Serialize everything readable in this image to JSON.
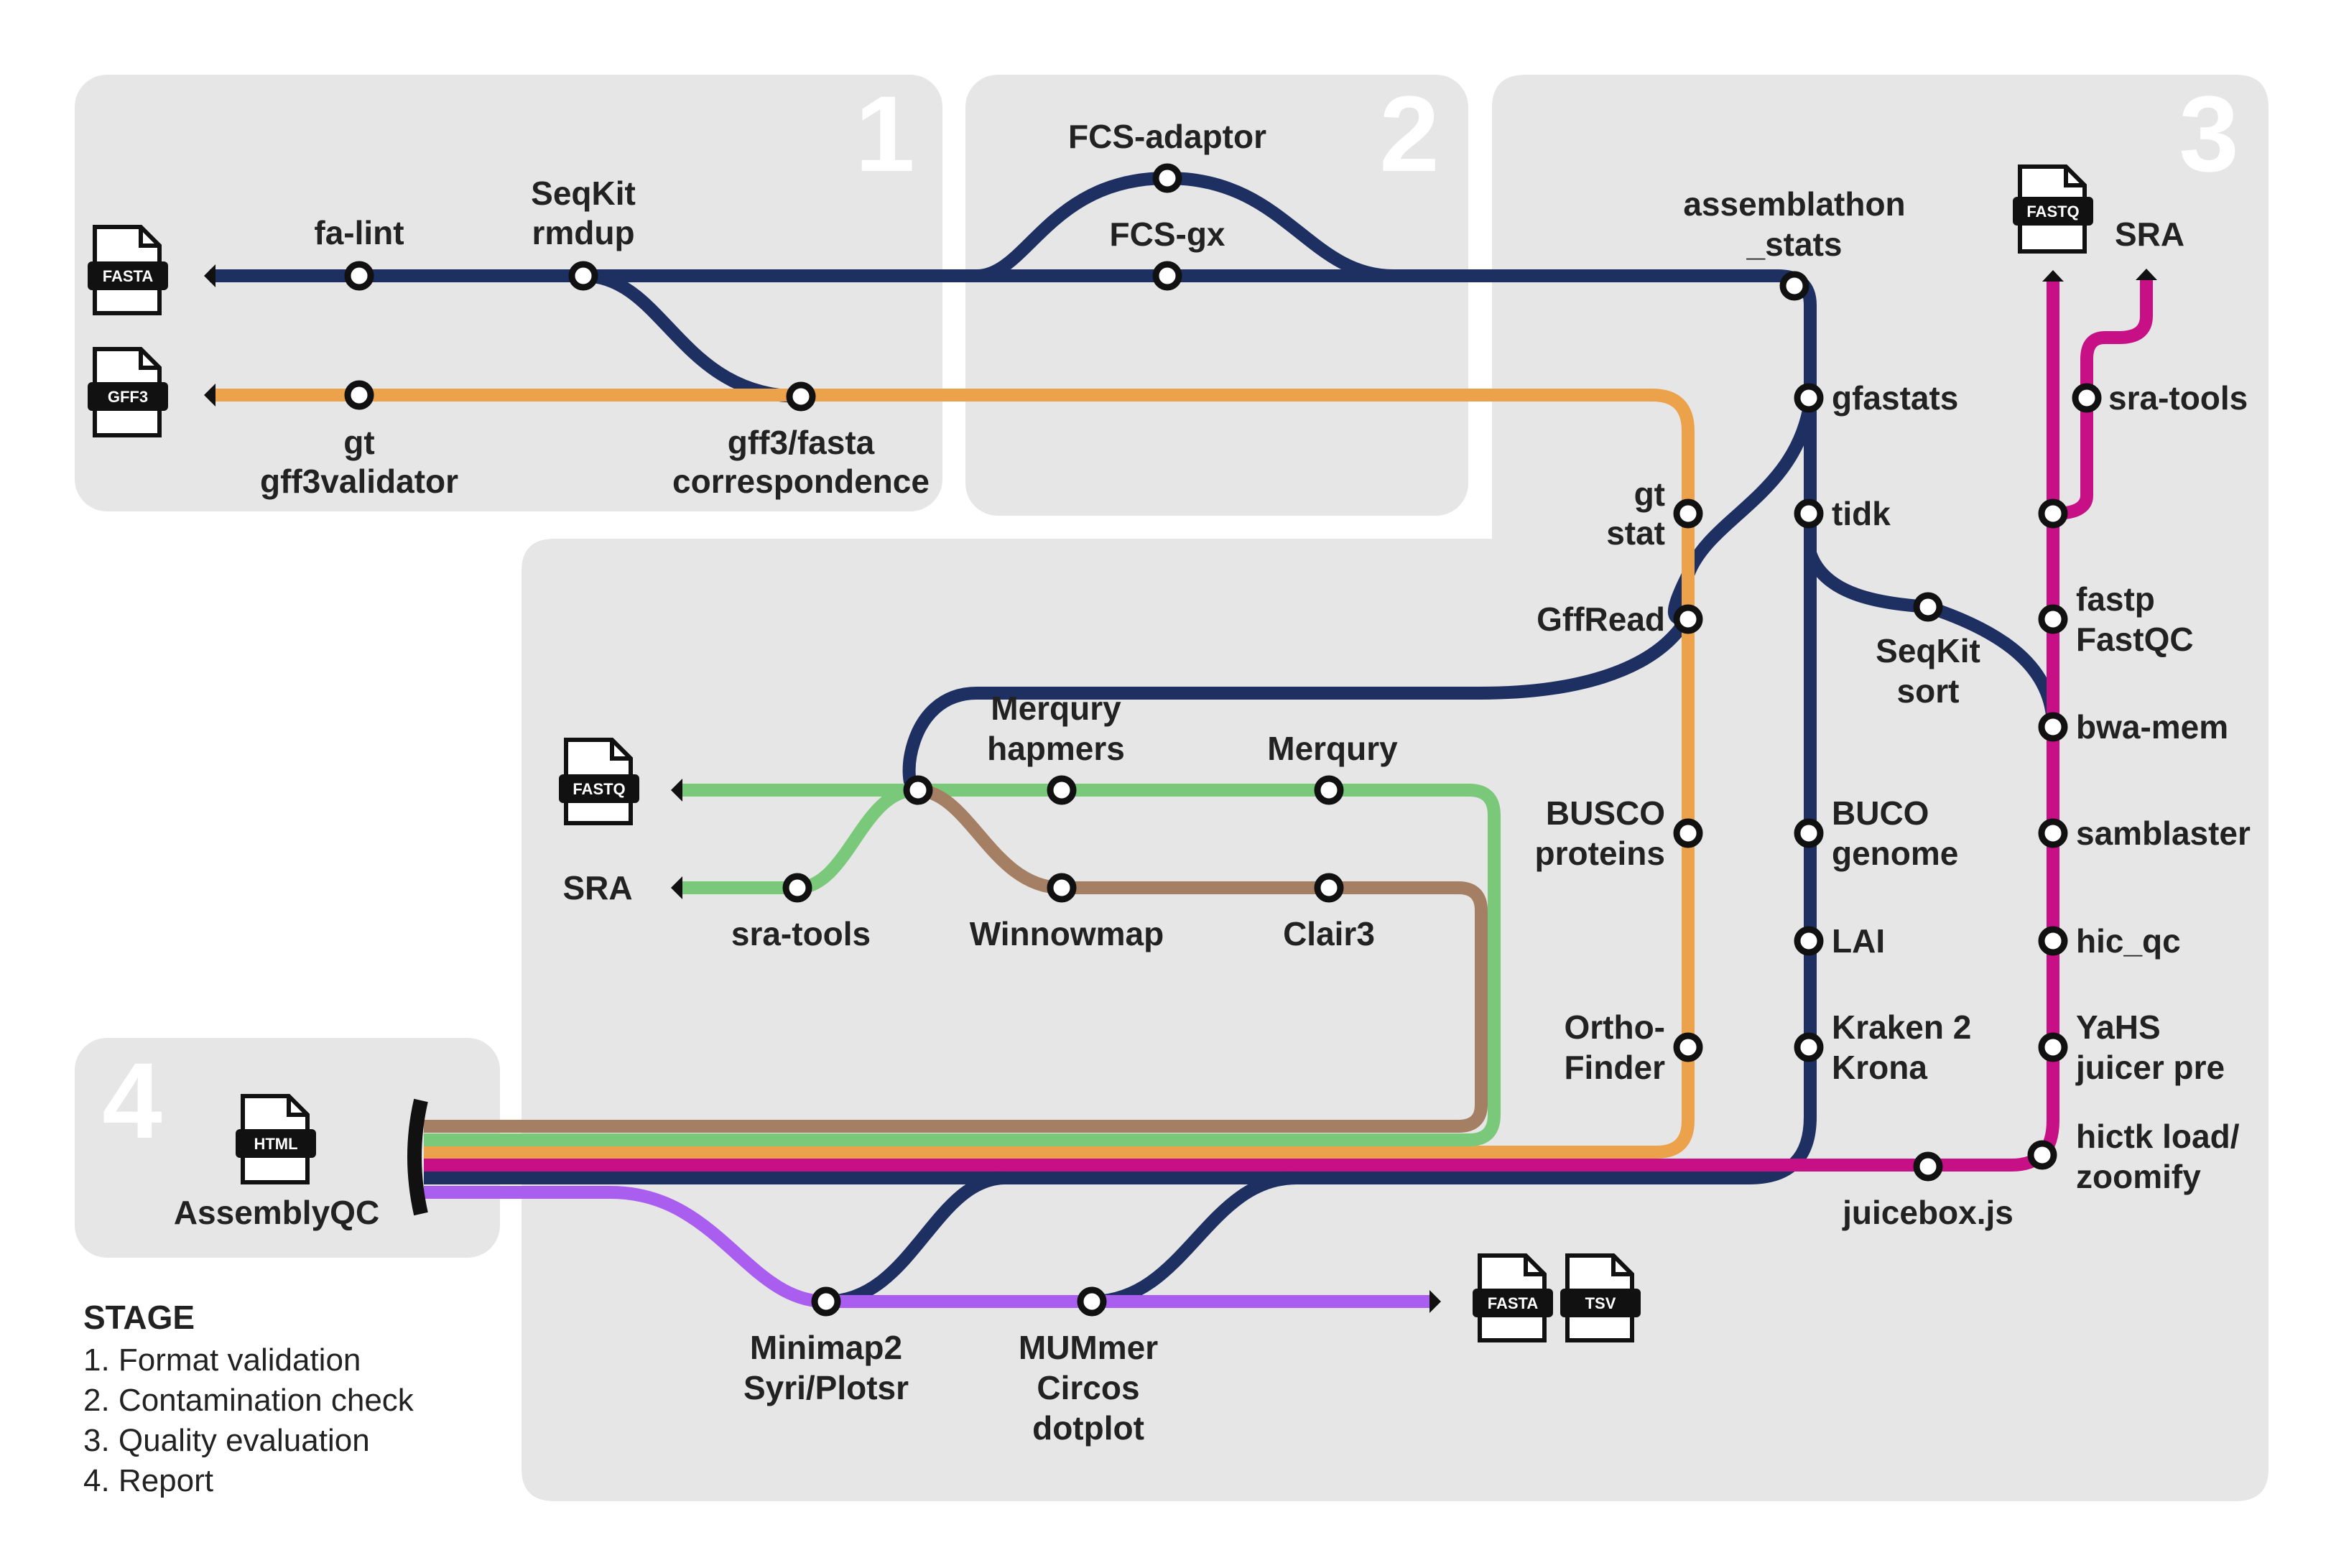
{
  "colors": {
    "background": "#ffffff",
    "panel": "#e6e6e6",
    "stage_number": "#ffffff",
    "navy": "#1e2f62",
    "orange": "#eba24b",
    "green": "#7ac97a",
    "brown": "#a47f63",
    "magenta": "#c70f86",
    "purple": "#a95ef0",
    "text": "#222222"
  },
  "stages": {
    "s1": "1",
    "s2": "2",
    "s3": "3",
    "s4": "4"
  },
  "legend": {
    "title": "STAGE",
    "items": [
      "1. Format validation",
      "2. Contamination check",
      "3. Quality evaluation",
      "4. Report"
    ]
  },
  "files": {
    "fasta_input": "FASTA",
    "gff3_input": "GFF3",
    "fastq_hic": "FASTQ",
    "fastq_merqury": "FASTQ",
    "html_report": "HTML",
    "fasta_output": "FASTA",
    "tsv_output": "TSV"
  },
  "labels": {
    "fa_lint": "fa-lint",
    "seqkit_rmdup_1": "SeqKit",
    "seqkit_rmdup_2": "rmdup",
    "gt_gff3validator_1": "gt",
    "gt_gff3validator_2": "gff3validator",
    "gff3_fasta_1": "gff3/fasta",
    "gff3_fasta_2": "correspondence",
    "fcs_adaptor": "FCS-adaptor",
    "fcs_gx": "FCS-gx",
    "assemblathon_1": "assemblathon",
    "assemblathon_2": "_stats",
    "gfastats": "gfastats",
    "tidk": "tidk",
    "gt_stat_1": "gt",
    "gt_stat_2": "stat",
    "gffread": "GffRead",
    "seqkit_sort_1": "SeqKit",
    "seqkit_sort_2": "sort",
    "busco_proteins_1": "BUSCO",
    "busco_proteins_2": "proteins",
    "buco_genome_1": "BUCO",
    "buco_genome_2": "genome",
    "lai": "LAI",
    "orthofinder_1": "Ortho-",
    "orthofinder_2": "Finder",
    "kraken_1": "Kraken 2",
    "kraken_2": "Krona",
    "sra_top": "SRA",
    "sra_tools_right": "sra-tools",
    "fastp_1": "fastp",
    "fastp_2": "FastQC",
    "bwa_mem": "bwa-mem",
    "samblaster": "samblaster",
    "hic_qc": "hic_qc",
    "yahs_1": "YaHS",
    "yahs_2": "juicer pre",
    "hictk_1": "hictk load/",
    "hictk_2": "zoomify",
    "juicebox": "juicebox.js",
    "merqury_hapmers_1": "Merqury",
    "merqury_hapmers_2": "hapmers",
    "merqury": "Merqury",
    "sra_left": "SRA",
    "sra_tools_left": "sra-tools",
    "winnowmap": "Winnowmap",
    "clair3": "Clair3",
    "assemblyqc": "AssemblyQC",
    "minimap2_1": "Minimap2",
    "minimap2_2": "Syri/Plotsr",
    "mummer_1": "MUMmer",
    "mummer_2": "Circos",
    "mummer_3": "dotplot"
  }
}
